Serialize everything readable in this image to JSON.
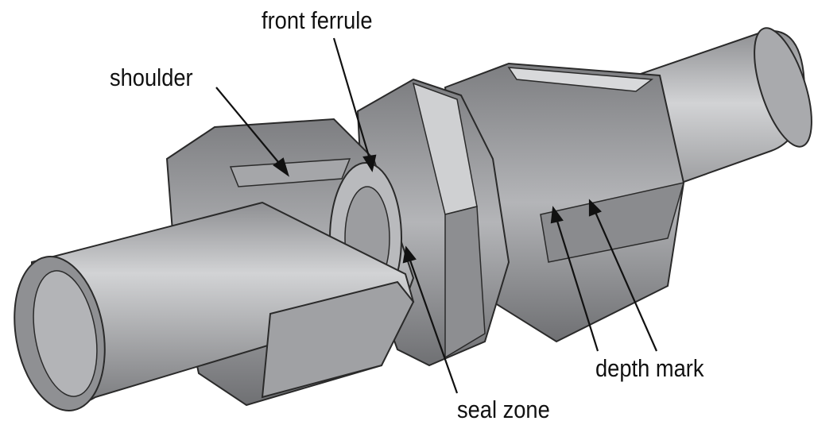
{
  "title": "Tube fitting cutaway",
  "labels": {
    "front_ferrule": "front ferrule",
    "shoulder": "shoulder",
    "depth_mark": "depth mark",
    "seal_zone": "seal zone"
  },
  "colors": {
    "metal_light": "#c4c5c7",
    "metal_mid": "#9a9b9e",
    "metal_dark": "#6d6e71",
    "outline": "#2a2a2a"
  }
}
